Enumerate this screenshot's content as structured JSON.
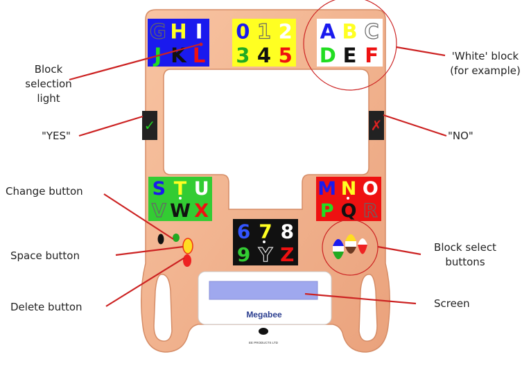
{
  "board": {
    "device_name": "Megabee",
    "footer_text": "EE PRODUCTS LTD",
    "yes_glyph": "✓",
    "no_glyph": "✗"
  },
  "blocks": {
    "blue": {
      "bg": "#1a1aee",
      "rows": [
        [
          "G",
          "H",
          "I"
        ],
        [
          "J",
          "K",
          "L"
        ]
      ],
      "colors": [
        [
          "#1a1aee",
          "#ffff22",
          "#ffffff"
        ],
        [
          "#22dd22",
          "#111111",
          "#ee1111"
        ]
      ]
    },
    "yellow": {
      "bg": "#ffff22",
      "rows": [
        [
          "0",
          "1",
          "2"
        ],
        [
          "3",
          "4",
          "5"
        ]
      ],
      "colors": [
        [
          "#1a1aee",
          "#ffff22",
          "#ffffff"
        ],
        [
          "#22aa22",
          "#111111",
          "#ee1111"
        ]
      ]
    },
    "white": {
      "bg": "#ffffff",
      "rows": [
        [
          "A",
          "B",
          "C"
        ],
        [
          "D",
          "E",
          "F"
        ]
      ],
      "colors": [
        [
          "#1a1aee",
          "#ffff22",
          "#ffffff"
        ],
        [
          "#22dd22",
          "#111111",
          "#ee1111"
        ]
      ]
    },
    "green": {
      "bg": "#33cc33",
      "rows": [
        [
          "S",
          "T",
          "U"
        ],
        [
          "V",
          "W",
          "X"
        ]
      ],
      "colors": [
        [
          "#1a1aee",
          "#ffff22",
          "#ffffff"
        ],
        [
          "#33cc33",
          "#111111",
          "#ee1111"
        ]
      ]
    },
    "red": {
      "bg": "#ee1111",
      "rows": [
        [
          "M",
          "N",
          "O"
        ],
        [
          "P",
          "Q",
          "R"
        ]
      ],
      "colors": [
        [
          "#1a1aee",
          "#ffff22",
          "#ffffff"
        ],
        [
          "#22dd22",
          "#111111",
          "#ee1111"
        ]
      ]
    },
    "black": {
      "bg": "#111111",
      "rows": [
        [
          "6",
          "7",
          "8"
        ],
        [
          "9",
          "Y",
          "Z"
        ]
      ],
      "colors": [
        [
          "#3355ff",
          "#ffff22",
          "#ffffff"
        ],
        [
          "#33cc33",
          "#111111",
          "#ee1111"
        ]
      ]
    }
  },
  "labels": {
    "block_light": [
      "Block",
      "selection",
      "light"
    ],
    "yes": "\"YES\"",
    "no": "\"NO\"",
    "white_block": [
      "'White' block",
      "(for example)"
    ],
    "change": "Change button",
    "space": "Space button",
    "delete": "Delete button",
    "block_select": [
      "Block select",
      "buttons"
    ],
    "screen": "Screen"
  },
  "colors": {
    "board": "#f4b08a",
    "board_edge": "#d98a64",
    "screen": "#9fa8ee",
    "callout": "#cc2222"
  }
}
